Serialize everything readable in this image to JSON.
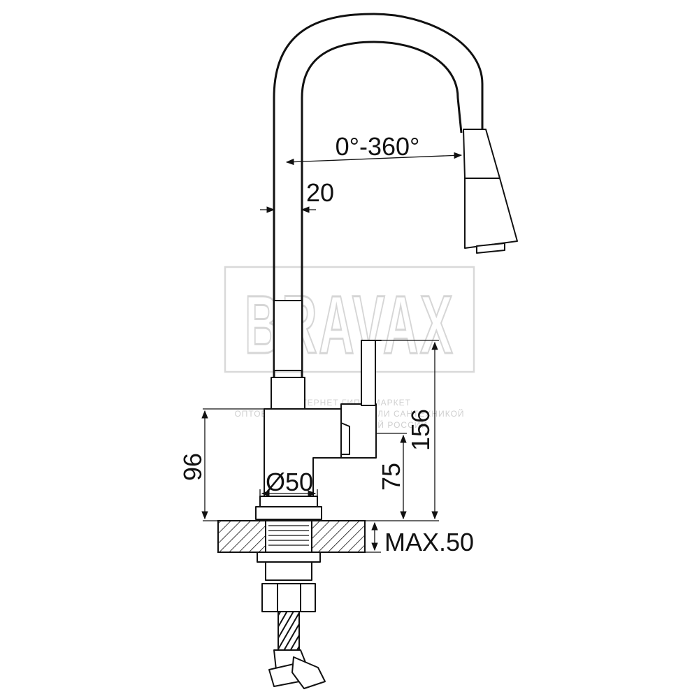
{
  "watermark": {
    "brand": "BRAVAX",
    "line1": "ИНТЕРНЕТ ГИПЕРМАРКЕТ",
    "line2": "ОПТОВО-РОЗНИЧНОЙ ТОРГОВЛИ САНТЕХНИКОЙ",
    "line3": "С ДОСТАВКОЙ ПО ВСЕЙ РОССИИ"
  },
  "dimensions": {
    "rotation": "0°-360°",
    "hose_diameter": "20",
    "base_height": "96",
    "base_diameter": "Ø50",
    "lever_height": "75",
    "total_lever_height": "156",
    "max_countertop": "MAX.50"
  },
  "colors": {
    "line": "#111111",
    "watermark": "#d6d6d6"
  }
}
